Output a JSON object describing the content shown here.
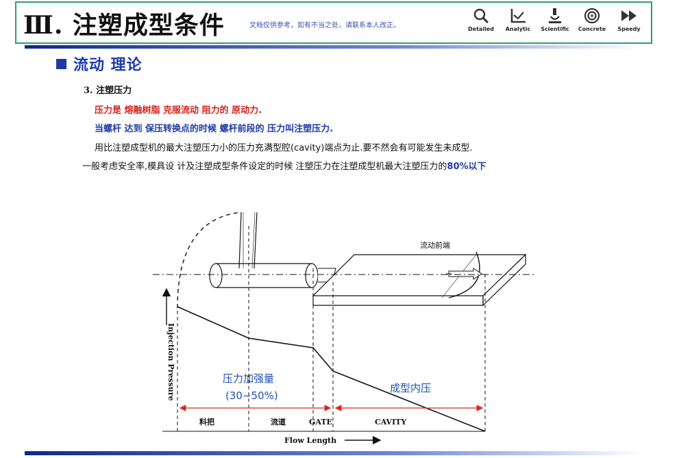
{
  "header": {
    "title": "Ⅲ.  注塑成型条件",
    "note": "文档仅供参考，如有不当之处，请联系本人改正。",
    "icons": [
      {
        "icon": "magnifier-icon",
        "label": "Detailed"
      },
      {
        "icon": "line-chart-icon",
        "label": "Analytic"
      },
      {
        "icon": "microscope-icon",
        "label": "Scientific"
      },
      {
        "icon": "target-icon",
        "label": "Concrete"
      },
      {
        "icon": "fast-forward-icon",
        "label": "Speedy"
      }
    ]
  },
  "section": {
    "title": "流动 理论"
  },
  "body": {
    "subheading": "3.  注塑压力",
    "line_red": "压力是 熔融树脂 克服流动 阻力的 原动力.",
    "line_blue": "当螺杆 达到 保压转换点的时候 螺杆前段的 压力叫注塑压力.",
    "line1": "用比注塑成型机的最大注塑压力小的压力充满型腔(cavity)端点为止.要不然会有可能发生未成型.",
    "line2_prefix": "一般考虑安全率,模具设 计及注塑成型条件设定的时候 注塑压力在注塑成型机最大注塑压力的",
    "line2_highlight": "80%以下"
  },
  "diagram": {
    "flow_front_label": "流动前端",
    "y_axis_label": "Injection Pressure",
    "x_axis_label": "Flow Length",
    "boost_label_1": "压力加强量",
    "boost_label_2": "(30~50%)",
    "cavity_pressure_label": "成型内压",
    "segments": [
      "料把",
      "流道",
      "GATE",
      "CAVITY"
    ],
    "colors": {
      "annotation_blue": "#1f4fb0",
      "dimension_red": "#e02020"
    }
  }
}
